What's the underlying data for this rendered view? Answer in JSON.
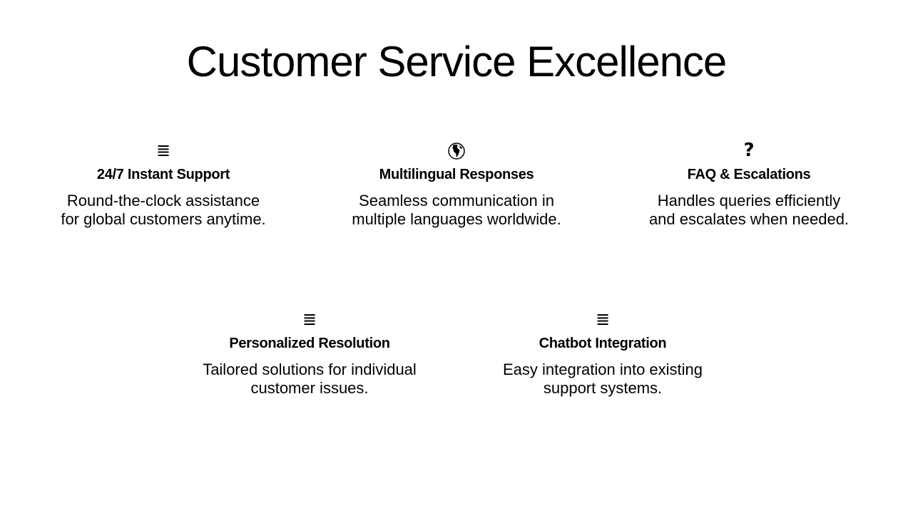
{
  "title": "Customer Service Excellence",
  "features": [
    {
      "icon": "list-icon",
      "glyph": "≣",
      "title": "24/7 Instant Support",
      "desc1": "Round-the-clock assistance",
      "desc2": "for global customers anytime."
    },
    {
      "icon": "globe-icon",
      "glyph": "",
      "title": "Multilingual Responses",
      "desc1": "Seamless communication in",
      "desc2": "multiple languages worldwide."
    },
    {
      "icon": "question-icon",
      "glyph": "?",
      "title": "FAQ & Escalations",
      "desc1": "Handles queries efficiently",
      "desc2": "and escalates when needed."
    },
    {
      "icon": "list-icon",
      "glyph": "≣",
      "title": "Personalized Resolution",
      "desc1": "Tailored solutions for individual",
      "desc2": "customer issues."
    },
    {
      "icon": "list-icon",
      "glyph": "≣",
      "title": "Chatbot Integration",
      "desc1": "Easy integration into existing",
      "desc2": "support systems."
    }
  ]
}
